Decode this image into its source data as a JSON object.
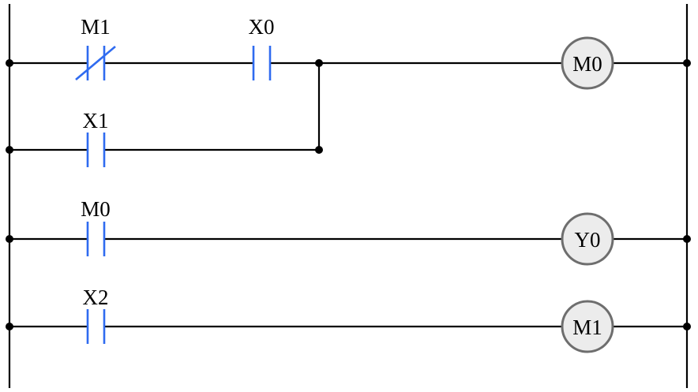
{
  "diagram": {
    "type": "ladder-logic",
    "colors": {
      "contact": "#2f6bf0",
      "wire": "#000000",
      "coil_fill": "#ececec",
      "coil_stroke": "#6e6e6e"
    },
    "rungs": [
      {
        "contacts": [
          {
            "label": "M1",
            "kind": "normally-closed"
          },
          {
            "label": "X0",
            "kind": "normally-open"
          }
        ],
        "coil": "M0"
      },
      {
        "contacts": [
          {
            "label": "X1",
            "kind": "normally-open"
          }
        ],
        "branch_of": 0
      },
      {
        "contacts": [
          {
            "label": "M0",
            "kind": "normally-open"
          }
        ],
        "coil": "Y0"
      },
      {
        "contacts": [
          {
            "label": "X2",
            "kind": "normally-open"
          }
        ],
        "coil": "M1"
      }
    ]
  }
}
